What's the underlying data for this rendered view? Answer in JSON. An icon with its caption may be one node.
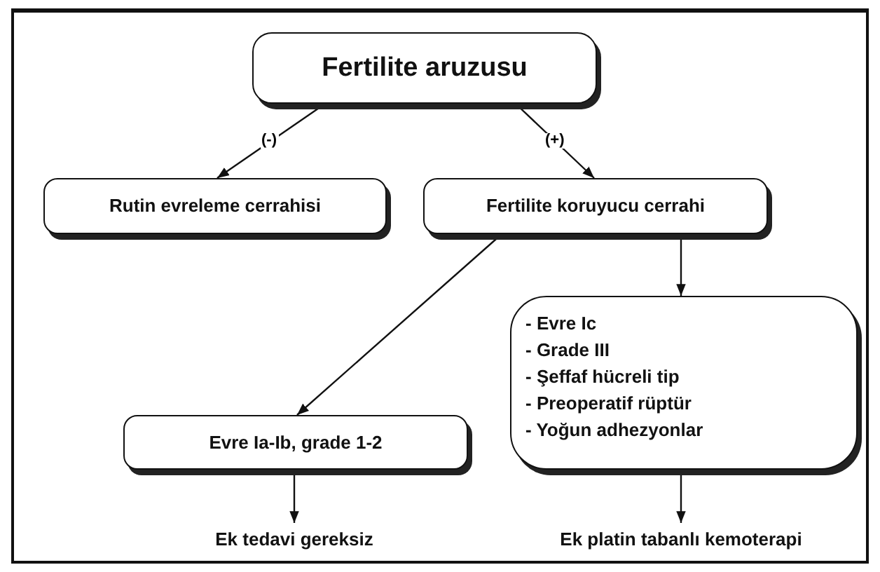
{
  "diagram": {
    "nodes": [
      {
        "text": [
          "Fertilite aruzusu"
        ]
      },
      {
        "text": [
          "Rutin evreleme cerrahisi"
        ]
      },
      {
        "text": [
          "Fertilite koruyucu cerrahi"
        ]
      },
      {
        "text": [
          "Evre Ia-Ib, grade 1-2"
        ]
      },
      {
        "text": [
          "- Evre Ic",
          "- Grade III",
          "- Şeffaf hücreli tip",
          "- Preoperatif rüptür",
          "- Yoğun adhezyonlar"
        ]
      },
      {
        "text": [
          "Ek tedavi gereksiz"
        ]
      },
      {
        "text": [
          "Ek platin tabanlı kemoterapi"
        ]
      }
    ],
    "edges": [
      {
        "from": 0,
        "to": 1,
        "arrow": "to",
        "label": "(-)"
      },
      {
        "from": 0,
        "to": 2,
        "arrow": "to",
        "label": "(+)"
      },
      {
        "from": 2,
        "to": 3,
        "arrow": "to"
      },
      {
        "from": 2,
        "to": 4,
        "arrow": "to"
      },
      {
        "from": 3,
        "to": 5,
        "arrow": "to"
      },
      {
        "from": 4,
        "to": 6,
        "arrow": "to"
      }
    ]
  }
}
